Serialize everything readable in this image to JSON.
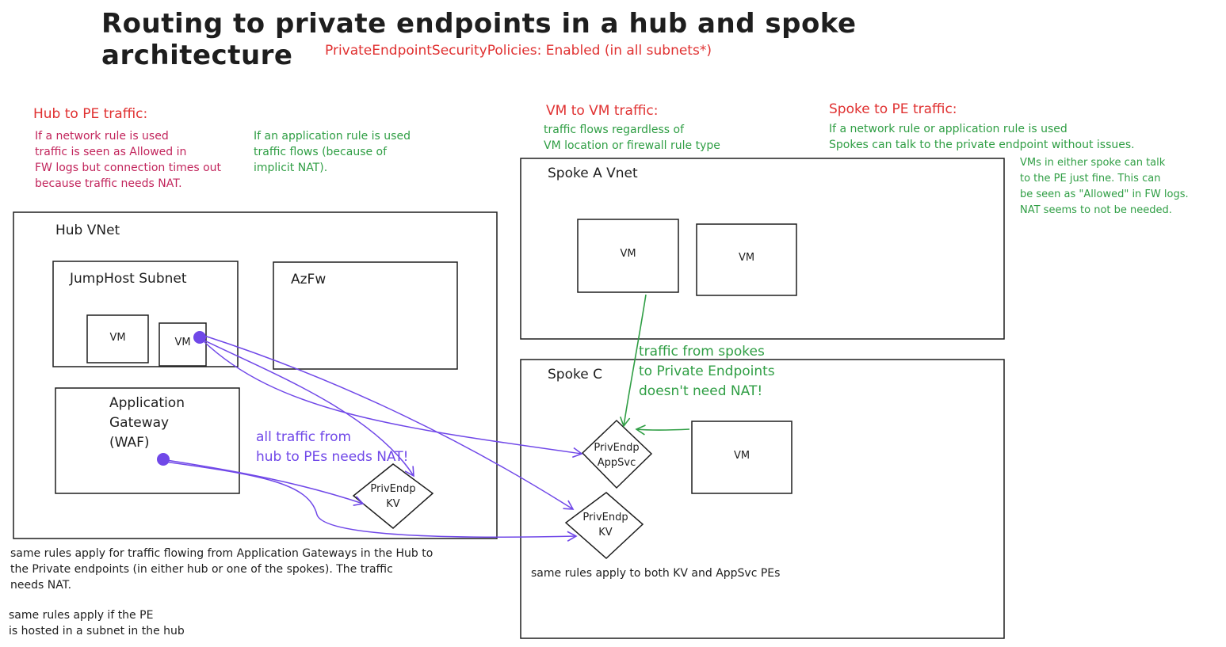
{
  "header": {
    "title": "Routing to private endpoints in a hub and spoke architecture",
    "subtitle": "PrivateEndpointSecurityPolicies: Enabled (in all subnets*)"
  },
  "notes": {
    "hub_to_pe_heading": "Hub to PE traffic:",
    "hub_network_rule": "If a network rule is used\ntraffic is seen as Allowed in\nFW logs but connection times out\nbecause traffic needs NAT.",
    "hub_app_rule": "If an application rule is used\ntraffic flows (because of\nimplicit NAT).",
    "vm_to_vm_heading": "VM to VM traffic:",
    "vm_to_vm_text": "traffic flows regardless of\nVM location or firewall rule type",
    "spoke_to_pe_heading": "Spoke to PE traffic:",
    "spoke_to_pe_text": "If a network rule or application rule is used\nSpokes can talk to the private endpoint without issues.",
    "spoke_vms_text": "VMs in either spoke can talk\nto the PE just fine. This can\nbe seen as \"Allowed\" in FW logs.\nNAT seems to not be needed.",
    "appgw_text": "same rules apply for traffic flowing from Application Gateways in the Hub to\nthe Private endpoints (in either hub or one of the spokes). The traffic\nneeds NAT.",
    "hub_pe_text": "same rules apply if the PE\nis hosted in a subnet in the hub",
    "kv_appsvc_text": "same rules apply to both KV and AppSvc PEs",
    "spoke_nat_text": "traffic from spokes\nto Private Endpoints\ndoesn't need NAT!",
    "hub_nat_text": "all traffic from\nhub to PEs needs NAT!"
  },
  "diagram": {
    "hub_vnet": "Hub VNet",
    "jumphost_subnet": "JumpHost Subnet",
    "azfw": "AzFw",
    "app_gateway": "Application\nGateway\n(WAF)",
    "vm": "VM",
    "spoke_a": "Spoke A Vnet",
    "spoke_c": "Spoke C",
    "pe_kv": "PrivEndp\nKV",
    "pe_appsvc": "PrivEndp\nAppSvc"
  },
  "colors": {
    "red": "#e03131",
    "crimson": "#c2255c",
    "green": "#2f9e44",
    "purple": "#7048e8",
    "stroke": "#1e1e1e"
  }
}
